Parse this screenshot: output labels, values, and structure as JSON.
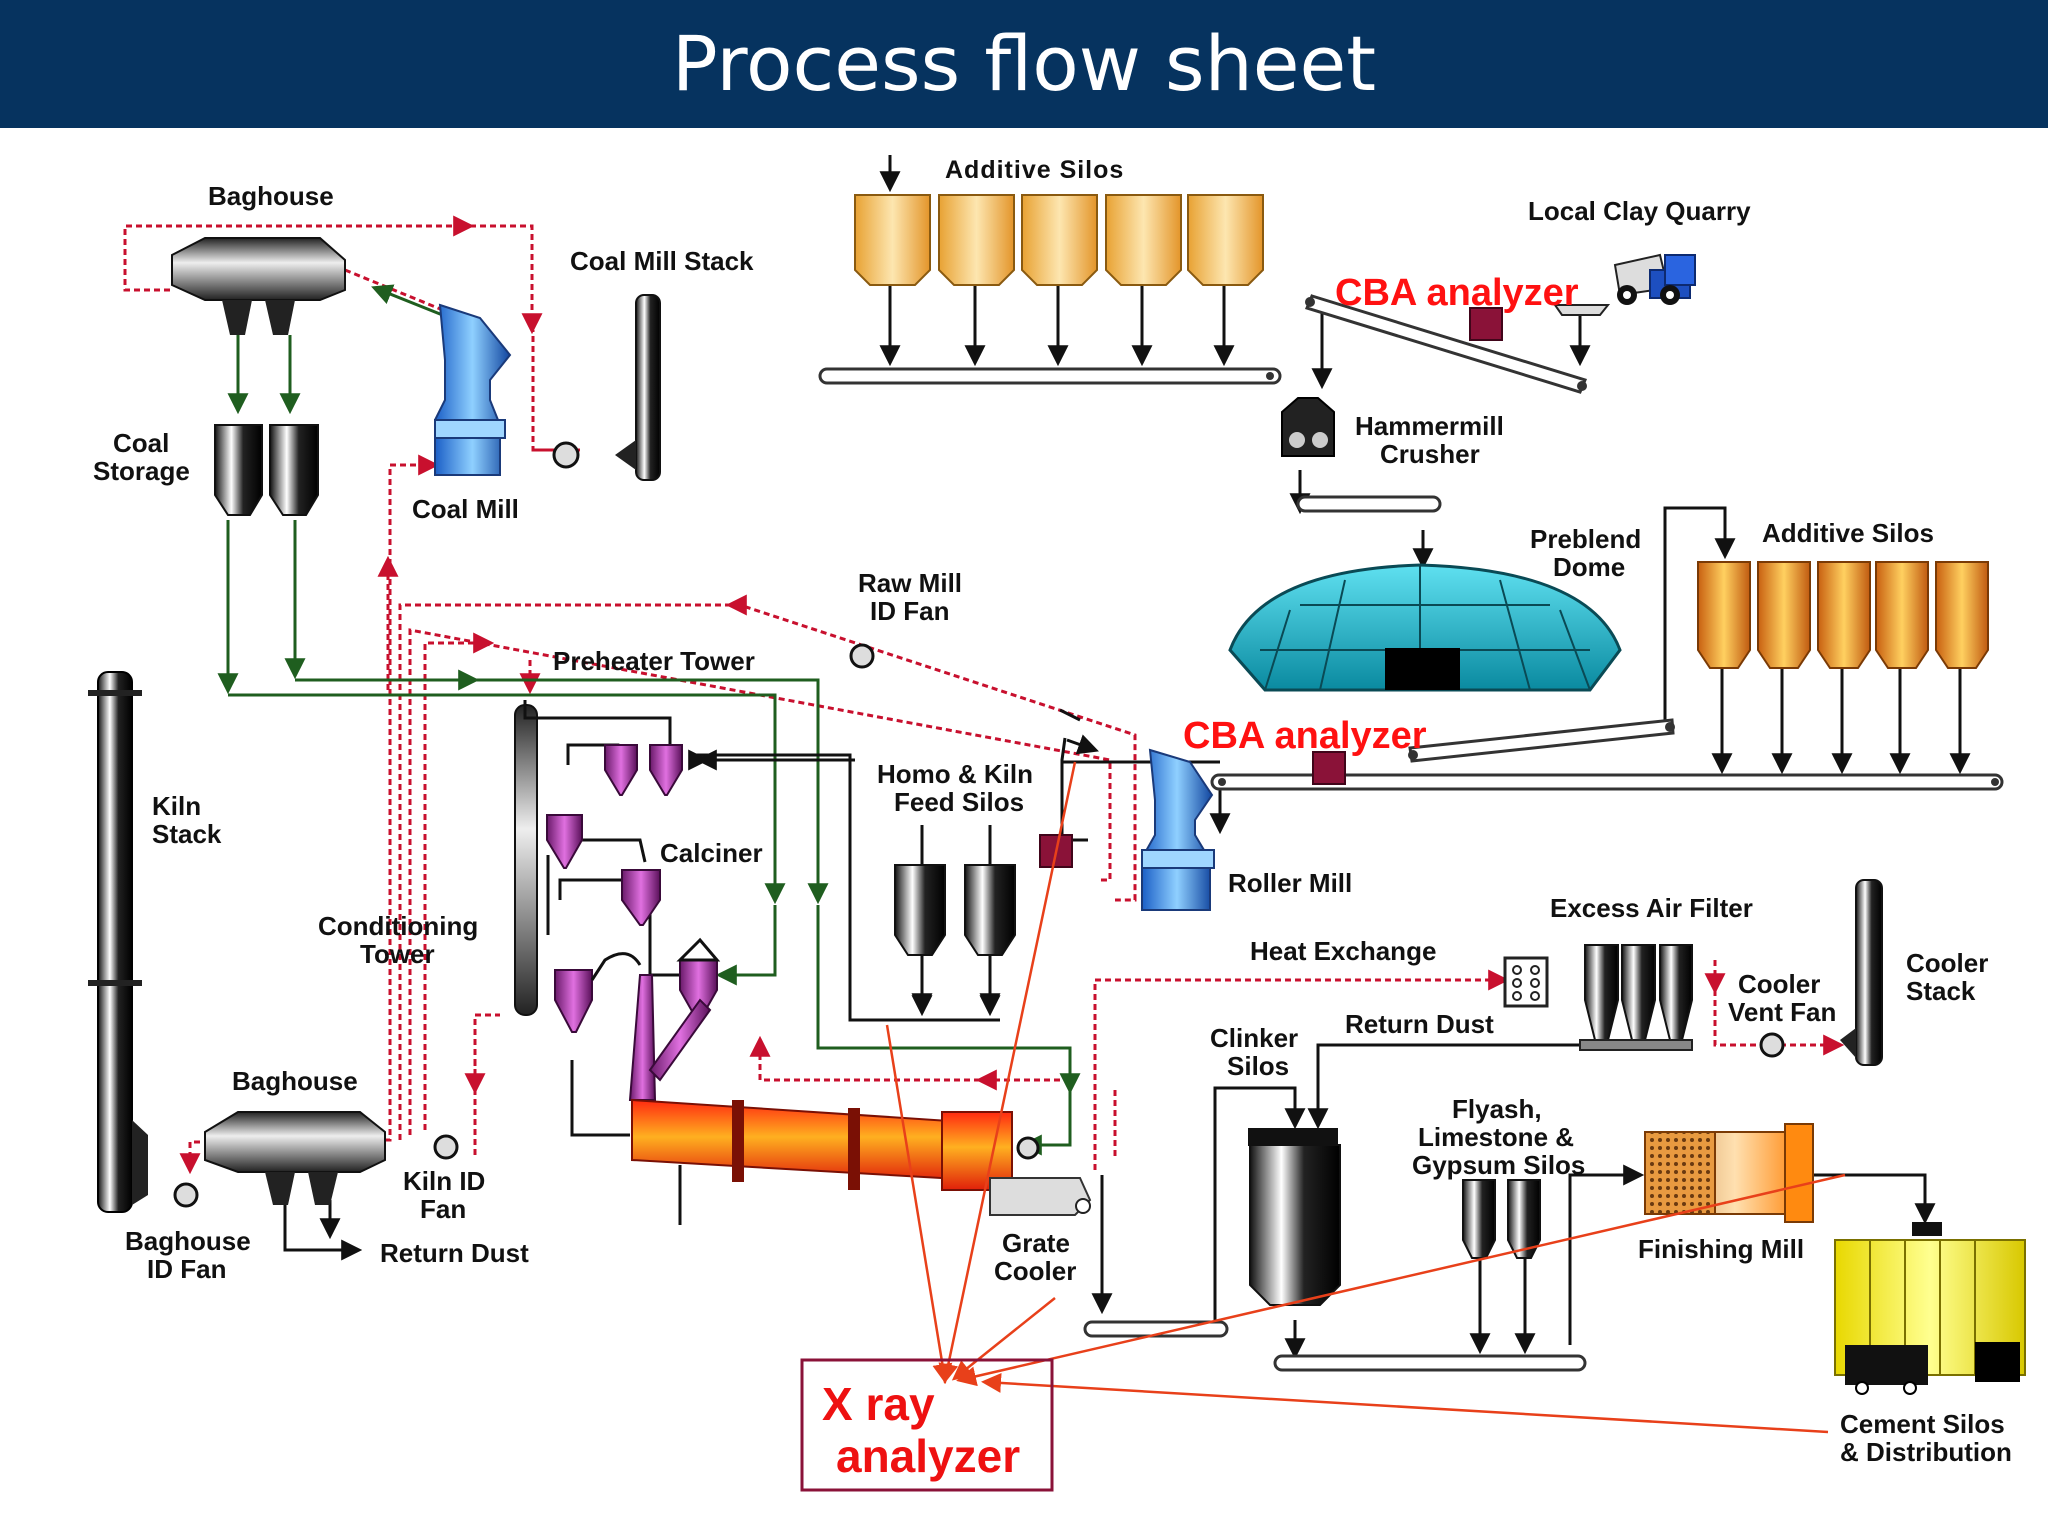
{
  "title": "Process flow sheet",
  "labels": {
    "baghouse_top": "Baghouse",
    "coal_mill_stack": "Coal Mill Stack",
    "coal_storage_1": "Coal",
    "coal_storage_2": "Storage",
    "coal_mill": "Coal Mill",
    "additive_silos_top": "Additive Silos",
    "local_clay_quarry": "Local Clay Quarry",
    "hammermill_1": "Hammermill",
    "hammermill_2": "Crusher",
    "preblend_1": "Preblend",
    "preblend_2": "Dome",
    "additive_silos_right": "Additive Silos",
    "raw_mill_1": "Raw Mill",
    "raw_mill_2": "ID Fan",
    "preheater_tower": "Preheater Tower",
    "kiln_stack_1": "Kiln",
    "kiln_stack_2": "Stack",
    "homo_kiln_1": "Homo & Kiln",
    "homo_kiln_2": "Feed Silos",
    "calciner": "Calciner",
    "roller_mill": "Roller Mill",
    "conditioning_1": "Conditioning",
    "conditioning_2": "Tower",
    "excess_air_filter": "Excess Air Filter",
    "heat_exchange": "Heat Exchange",
    "cooler_vent_1": "Cooler",
    "cooler_vent_2": "Vent Fan",
    "cooler_stack_1": "Cooler",
    "cooler_stack_2": "Stack",
    "clinker_1": "Clinker",
    "clinker_2": "Silos",
    "return_dust_right": "Return Dust",
    "baghouse_bottom": "Baghouse",
    "kiln_id_1": "Kiln ID",
    "kiln_id_2": "Fan",
    "flyash_1": "Flyash,",
    "flyash_2": "Limestone &",
    "flyash_3": "Gypsum Silos",
    "baghouse_id_1": "Baghouse",
    "baghouse_id_2": "ID Fan",
    "return_dust_left": "Return Dust",
    "grate_1": "Grate",
    "grate_2": "Cooler",
    "finishing_mill": "Finishing Mill",
    "cement_1": "Cement Silos",
    "cement_2": "& Distribution"
  },
  "analyzers": {
    "cba_top": "CBA analyzer",
    "cba_middle": "CBA analyzer",
    "xray_1": "X ray",
    "xray_2": "analyzer"
  },
  "colors": {
    "header": "#06335f",
    "gas_flow": "#c8102e",
    "material_flow": "#1f5e1f",
    "analyzer_text": "#ff1111",
    "analyzer_box": "#8a1238",
    "xray_lines": "#e8401a"
  }
}
